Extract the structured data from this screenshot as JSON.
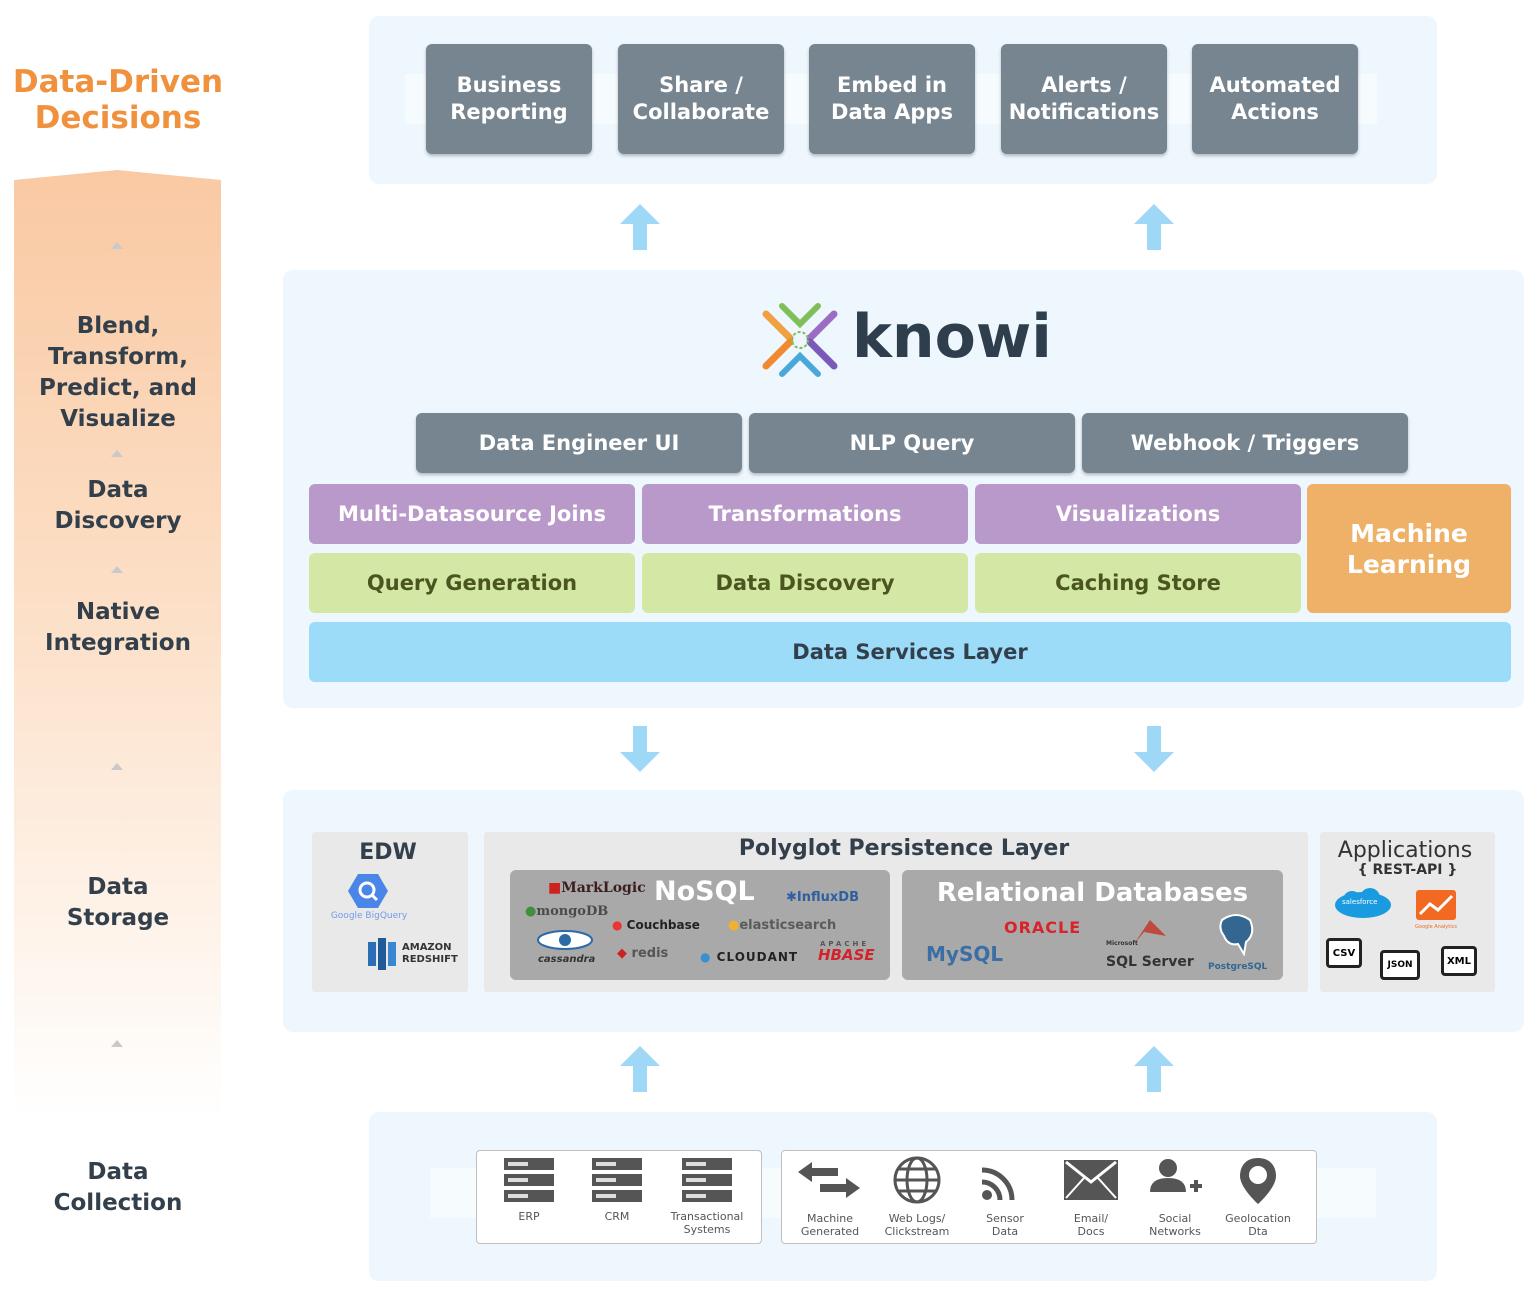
{
  "left": {
    "title": [
      "Data-Driven",
      "Decisions"
    ],
    "stages": [
      {
        "lines": [
          "Blend,",
          "Transform,",
          "Predict, and",
          "Visualize"
        ]
      },
      {
        "lines": [
          "Data",
          "Discovery"
        ]
      },
      {
        "lines": [
          "Native",
          "Integration"
        ]
      },
      {
        "lines": [
          "Data",
          "Storage"
        ]
      },
      {
        "lines": [
          "Data",
          "Collection"
        ]
      }
    ]
  },
  "top_actions": [
    {
      "lines": [
        "Business",
        "Reporting"
      ]
    },
    {
      "lines": [
        "Share /",
        "Collaborate"
      ]
    },
    {
      "lines": [
        "Embed in",
        "Data Apps"
      ]
    },
    {
      "lines": [
        "Alerts /",
        "Notifications"
      ]
    },
    {
      "lines": [
        "Automated",
        "Actions"
      ]
    }
  ],
  "knowi": {
    "logo_text": "knowi",
    "row1": [
      "Data Engineer UI",
      "NLP Query",
      "Webhook / Triggers"
    ],
    "row2": [
      "Multi-Datasource Joins",
      "Transformations",
      "Visualizations"
    ],
    "row3": [
      "Query Generation",
      "Data Discovery",
      "Caching Store"
    ],
    "ml": [
      "Machine",
      "Learning"
    ],
    "services": "Data Services Layer"
  },
  "storage": {
    "edw": {
      "title": "EDW",
      "bigquery": "Google BigQuery",
      "redshift": [
        "AMAZON",
        "REDSHIFT"
      ]
    },
    "polyglot": {
      "title": "Polyglot Persistence Layer",
      "nosql_title": "NoSQL",
      "nosql_logos": [
        "MarkLogic",
        "mongoDB",
        "InfluxDB",
        "Couchbase",
        "elasticsearch",
        "cassandra",
        "redis",
        "CLOUDANT",
        "APACHE",
        "HBASE"
      ],
      "rel_title": "Relational Databases",
      "rel_logos": [
        "MySQL",
        "ORACLE",
        "Microsoft",
        "SQL Server",
        "PostgreSQL"
      ]
    },
    "apps": {
      "title": "Applications",
      "sub": "{ REST-API }",
      "salesforce": "salesforce",
      "ga": "Google Analytics",
      "files": [
        "CSV",
        "JSON",
        "XML"
      ]
    }
  },
  "collection": {
    "group1": [
      {
        "lines": [
          "ERP"
        ]
      },
      {
        "lines": [
          "CRM"
        ]
      },
      {
        "lines": [
          "Transactional",
          "Systems"
        ]
      }
    ],
    "group2": [
      {
        "icon": "arrows-exchange-icon",
        "lines": [
          "Machine",
          "Generated"
        ]
      },
      {
        "icon": "globe-icon",
        "lines": [
          "Web Logs/",
          "Clickstream"
        ]
      },
      {
        "icon": "rss-icon",
        "lines": [
          "Sensor",
          "Data"
        ]
      },
      {
        "icon": "envelope-icon",
        "lines": [
          "Email/",
          "Docs"
        ]
      },
      {
        "icon": "user-add-icon",
        "lines": [
          "Social",
          "Networks"
        ]
      },
      {
        "icon": "map-pin-icon",
        "lines": [
          "Geolocation",
          "Dta"
        ]
      }
    ]
  },
  "colors": {
    "accent_orange": "#f0913e",
    "grey_button": "#76858f",
    "purple": "#b999ca",
    "green": "#d2e8a4",
    "blue": "#9ddcf8",
    "arrow_blue": "#9fd7f6",
    "text_dark": "#33404c"
  }
}
